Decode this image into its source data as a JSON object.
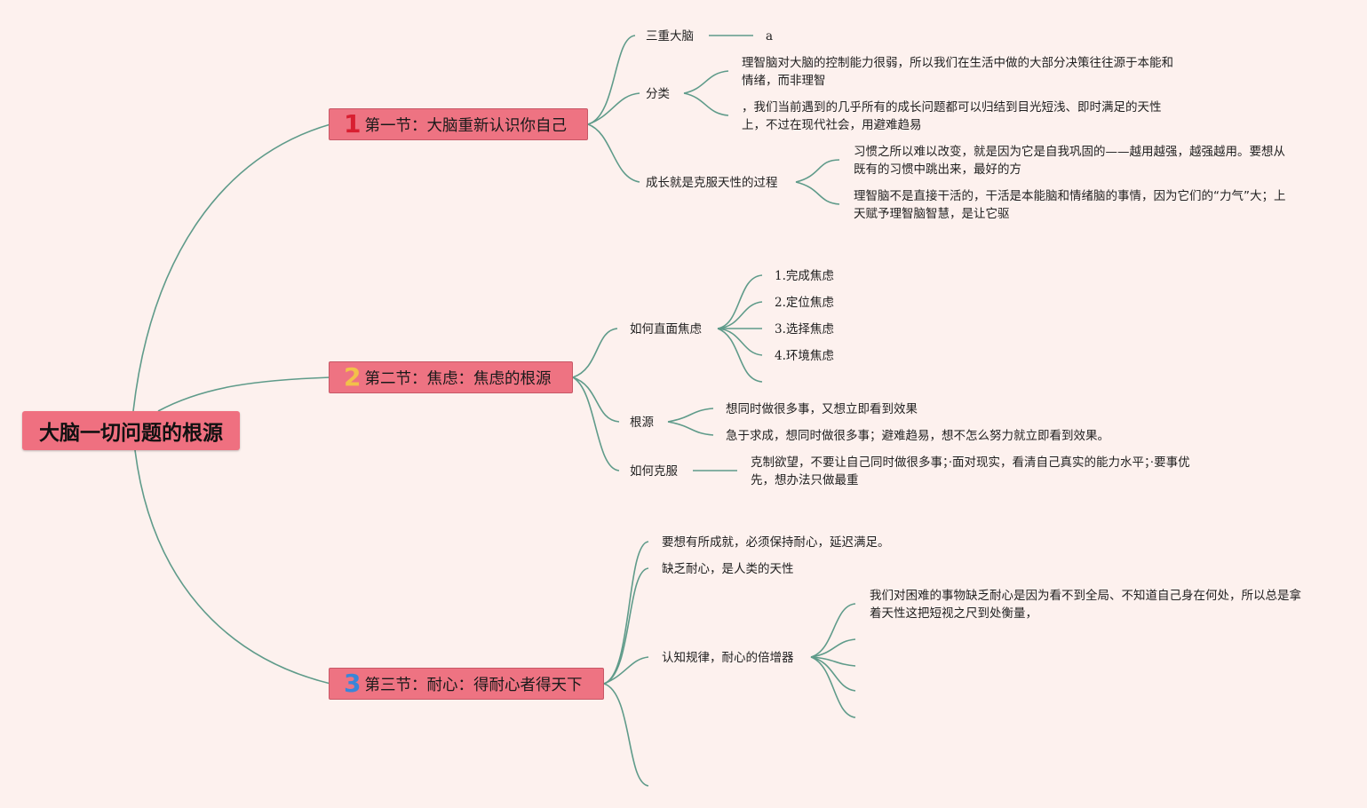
{
  "colors": {
    "background": "#fdf1ee",
    "line": "#5f9b8a",
    "node_fill": "#ee7382",
    "badge_1": "#d81f31",
    "badge_2": "#f2c14a",
    "badge_3": "#3a86d8"
  },
  "root": {
    "label": "大脑一切问题的根源"
  },
  "sections": [
    {
      "badge": "1",
      "label": "第一节：大脑重新认识你自己",
      "branches": [
        {
          "label": "三重大脑",
          "children": [
            "a"
          ]
        },
        {
          "label": "分类",
          "children": [
            "理智脑对大脑的控制能力很弱，所以我们在生活中做的大部分决策往往源于本能和情绪，而非理智",
            "，我们当前遇到的几乎所有的成长问题都可以归结到目光短浅、即时满足的天性上，不过在现代社会，用避难趋易"
          ]
        },
        {
          "label": "成长就是克服天性的过程",
          "children": [
            "习惯之所以难以改变，就是因为它是自我巩固的——越用越强，越强越用。要想从既有的习惯中跳出来，最好的方",
            "理智脑不是直接干活的，干活是本能脑和情绪脑的事情，因为它们的“力气”大；上天赋予理智脑智慧，是让它驱"
          ]
        }
      ]
    },
    {
      "badge": "2",
      "label": "第二节：焦虑：焦虑的根源",
      "branches": [
        {
          "label": "如何直面焦虑",
          "children": [
            "1.完成焦虑",
            "2.定位焦虑",
            "3.选择焦虑",
            "4.环境焦虑",
            ""
          ]
        },
        {
          "label": "根源",
          "children": [
            "想同时做很多事，又想立即看到效果",
            "急于求成，想同时做很多事；避难趋易，想不怎么努力就立即看到效果。"
          ]
        },
        {
          "label": "如何克服",
          "children": [
            "克制欲望，不要让自己同时做很多事；·面对现实，看清自己真实的能力水平；·要事优先，想办法只做最重"
          ]
        }
      ]
    },
    {
      "badge": "3",
      "label": "第三节：耐心：得耐心者得天下",
      "branches": [
        {
          "label": "要想有所成就，必须保持耐心，延迟满足。",
          "children": []
        },
        {
          "label": "缺乏耐心，是人类的天性",
          "children": []
        },
        {
          "label": "认知规律，耐心的倍增器",
          "children": [
            "我们对困难的事物缺乏耐心是因为看不到全局、不知道自己身在何处，所以总是拿着天性这把短视之尺到处衡量，",
            "",
            "",
            "",
            ""
          ]
        },
        {
          "label": "",
          "children": []
        }
      ]
    }
  ]
}
